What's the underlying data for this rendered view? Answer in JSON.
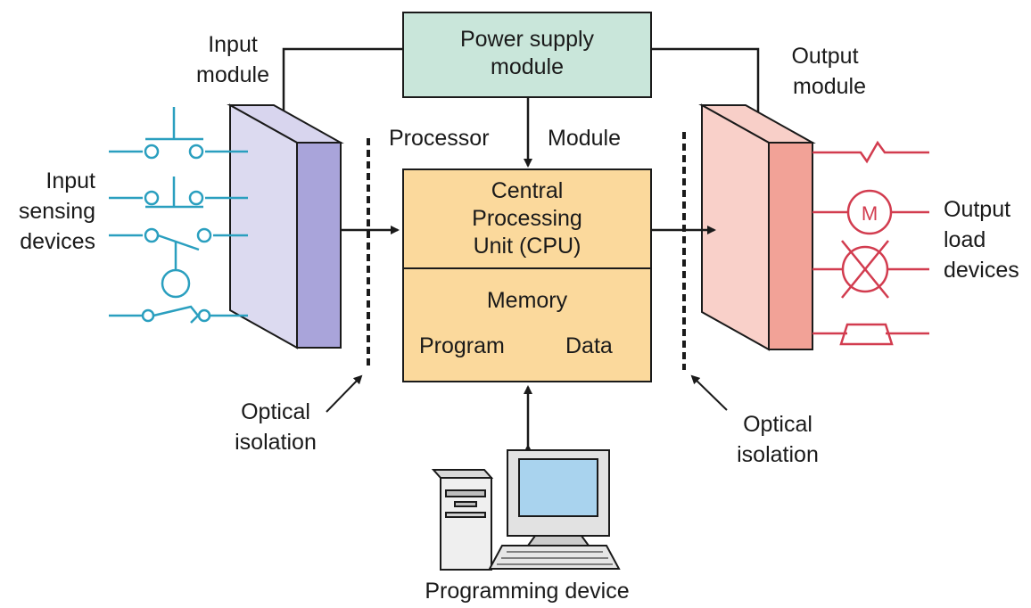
{
  "power_supply": {
    "line1": "Power supply",
    "line2": "module"
  },
  "input_module": {
    "line1": "Input",
    "line2": "module"
  },
  "output_module": {
    "line1": "Output",
    "line2": "module"
  },
  "processor_module": {
    "left": "Processor",
    "right": "Module"
  },
  "cpu": {
    "line1": "Central",
    "line2": "Processing",
    "line3": "Unit (CPU)"
  },
  "memory": {
    "title": "Memory",
    "program": "Program",
    "data": "Data"
  },
  "input_devices": {
    "line1": "Input",
    "line2": "sensing",
    "line3": "devices"
  },
  "output_devices": {
    "line1": "Output",
    "line2": "load",
    "line3": "devices",
    "motor_symbol": "M"
  },
  "optical_isolation_left": {
    "line1": "Optical",
    "line2": "isolation"
  },
  "optical_isolation_right": {
    "line1": "Optical",
    "line2": "isolation"
  },
  "programming_device": {
    "label": "Programming device"
  },
  "colors": {
    "power_supply_fill": "#c9e6da",
    "cpu_fill": "#fbd99c",
    "input_module_fill": "#a9a4da",
    "output_module_fill": "#f2a297",
    "input_wiring": "#2a9fbf",
    "output_wiring": "#d23c4f",
    "screen": "#a9d3ee"
  }
}
